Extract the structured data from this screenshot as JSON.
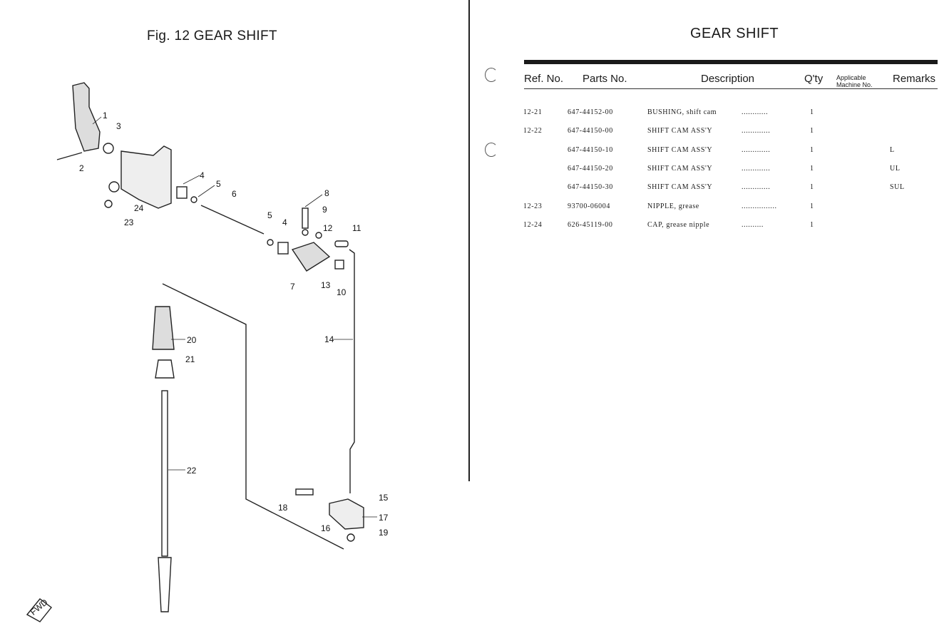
{
  "left_page": {
    "figure_title": "Fig. 12 GEAR SHIFT",
    "direction_badge": "FWD",
    "callouts": [
      "1",
      "2",
      "3",
      "4",
      "5",
      "6",
      "8",
      "9",
      "5",
      "4",
      "12",
      "11",
      "24",
      "23",
      "7",
      "13",
      "10",
      "14",
      "20",
      "21",
      "22",
      "18",
      "15",
      "17",
      "16",
      "19"
    ]
  },
  "right_page": {
    "title": "GEAR SHIFT",
    "headers": {
      "ref_no": "Ref. No.",
      "parts_no": "Parts No.",
      "description": "Description",
      "qty": "Q'ty",
      "applicable_line1": "Applicable",
      "applicable_line2": "Machine No.",
      "remarks": "Remarks"
    },
    "rows": [
      {
        "ref": "12-21",
        "part": "647-44152-00",
        "desc": "BUSHING, shift cam",
        "dots": "............",
        "qty": "1",
        "remarks": ""
      },
      {
        "ref": "12-22",
        "part": "647-44150-00",
        "desc": "SHIFT CAM ASS'Y",
        "dots": ".............",
        "qty": "1",
        "remarks": ""
      },
      {
        "ref": "",
        "part": "647-44150-10",
        "desc": "SHIFT CAM ASS'Y",
        "dots": ".............",
        "qty": "1",
        "remarks": "L"
      },
      {
        "ref": "",
        "part": "647-44150-20",
        "desc": "SHIFT CAM ASS'Y",
        "dots": ".............",
        "qty": "1",
        "remarks": "UL"
      },
      {
        "ref": "",
        "part": "647-44150-30",
        "desc": "SHIFT CAM ASS'Y",
        "dots": ".............",
        "qty": "1",
        "remarks": "SUL"
      },
      {
        "ref": "12-23",
        "part": "93700-06004",
        "desc": "NIPPLE, grease",
        "dots": "................",
        "qty": "1",
        "remarks": ""
      },
      {
        "ref": "12-24",
        "part": "626-45119-00",
        "desc": "CAP, grease nipple",
        "dots": "..........",
        "qty": "1",
        "remarks": ""
      }
    ]
  }
}
